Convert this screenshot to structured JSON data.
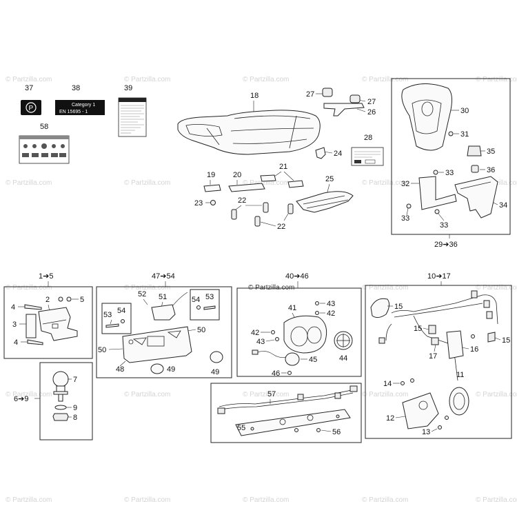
{
  "watermark": {
    "text": "© Partzilla.com",
    "center_text": "© Partzilla.com"
  },
  "decals": {
    "category_line1": "Category 1",
    "category_line2": "EN   15695  -  1"
  },
  "callouts": {
    "c1_5": "1➔5",
    "c2": "2",
    "c3": "3",
    "c4a": "4",
    "c4b": "4",
    "c5": "5",
    "c6_9": "6➔9",
    "c7": "7",
    "c8": "8",
    "c9": "9",
    "c10_17": "10➔17",
    "c11": "11",
    "c12": "12",
    "c13": "13",
    "c14": "14",
    "c15a": "15",
    "c15b": "15",
    "c15c": "15",
    "c16": "16",
    "c17": "17",
    "c18": "18",
    "c19": "19",
    "c20": "20",
    "c21": "21",
    "c22a": "22",
    "c22b": "22",
    "c23": "23",
    "c24": "24",
    "c25": "25",
    "c26": "26",
    "c27a": "27",
    "c27b": "27",
    "c28": "28",
    "c29_36": "29➔36",
    "c30": "30",
    "c31": "31",
    "c32": "32",
    "c33a": "33",
    "c33b": "33",
    "c33c": "33",
    "c34": "34",
    "c35": "35",
    "c36": "36",
    "c37": "37",
    "c38": "38",
    "c39": "39",
    "c40_46": "40➔46",
    "c41": "41",
    "c42a": "42",
    "c42b": "42",
    "c43a": "43",
    "c43b": "43",
    "c44": "44",
    "c45": "45",
    "c46": "46",
    "c47_54": "47➔54",
    "c48": "48",
    "c49a": "49",
    "c49b": "49",
    "c50a": "50",
    "c50b": "50",
    "c51": "51",
    "c52": "52",
    "c53a": "53",
    "c53b": "53",
    "c54a": "54",
    "c54b": "54",
    "c55": "55",
    "c56": "56",
    "c57": "57",
    "c58": "58"
  }
}
